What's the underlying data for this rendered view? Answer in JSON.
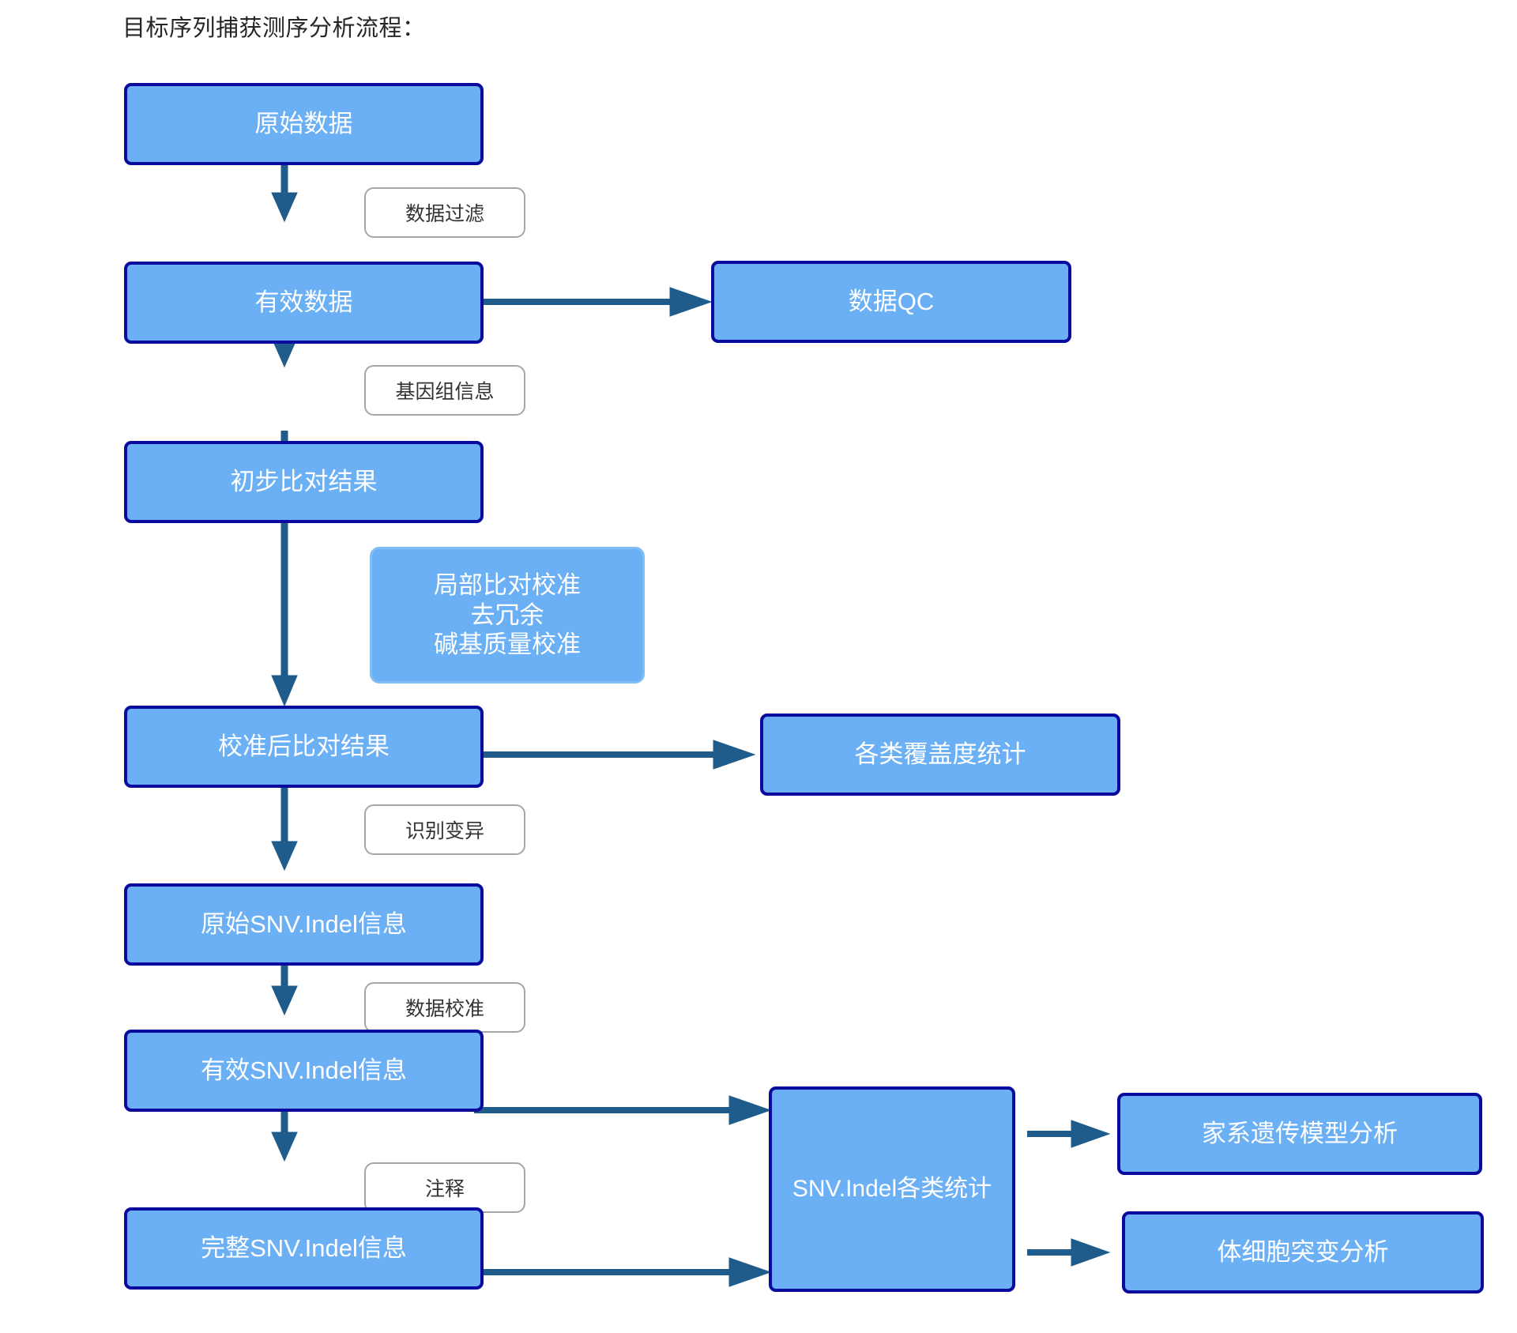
{
  "title": "目标序列捕获测序分析流程：",
  "colors": {
    "node_fill": "#6BB0F5",
    "node_border": "#0A0A9E",
    "node_text": "#FFFFFF",
    "label_border": "#A6A6A6",
    "label_text": "#333333",
    "arrow": "#1F5C8B",
    "background": "#FFFFFF"
  },
  "nodes": [
    {
      "id": "raw-data",
      "label": "原始数据"
    },
    {
      "id": "valid-data",
      "label": "有效数据"
    },
    {
      "id": "data-qc",
      "label": "数据QC"
    },
    {
      "id": "initial-alignment",
      "label": "初步比对结果"
    },
    {
      "id": "calibration-note",
      "label": "局部比对校准\n去冗余\n碱基质量校准",
      "lines": [
        "局部比对校准",
        "去冗余",
        "碱基质量校准"
      ]
    },
    {
      "id": "calibrated-alignment",
      "label": "校准后比对结果"
    },
    {
      "id": "coverage-stats",
      "label": "各类覆盖度统计"
    },
    {
      "id": "raw-snv-indel",
      "label": "原始SNV.Indel信息"
    },
    {
      "id": "valid-snv-indel",
      "label": "有效SNV.Indel信息"
    },
    {
      "id": "snv-indel-stats",
      "label": "SNV.Indel各类统计"
    },
    {
      "id": "pedigree-analysis",
      "label": "家系遗传模型分析"
    },
    {
      "id": "somatic-analysis",
      "label": "体细胞突变分析"
    },
    {
      "id": "complete-snv-indel",
      "label": "完整SNV.Indel信息"
    }
  ],
  "edge_labels": [
    {
      "id": "data-filter",
      "label": "数据过滤"
    },
    {
      "id": "genome-info",
      "label": "基因组信息"
    },
    {
      "id": "variant-calling",
      "label": "识别变异"
    },
    {
      "id": "data-calibration",
      "label": "数据校准"
    },
    {
      "id": "annotation",
      "label": "注释"
    }
  ]
}
